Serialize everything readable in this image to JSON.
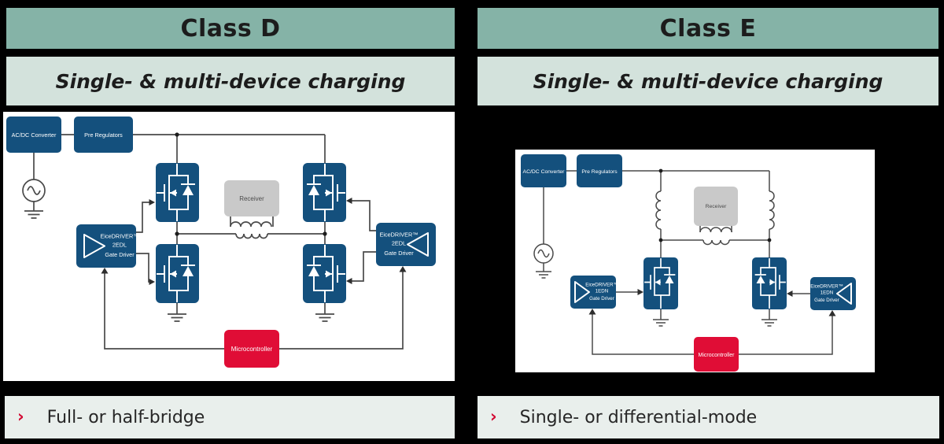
{
  "colors": {
    "header-teal": "#85b3a7",
    "subtitle-teal": "#d3e2dc",
    "bar-bg": "#e9efec",
    "panel-blue": "#14507d",
    "accent-red": "#e00d36",
    "receiver-gray": "#c9c9c9",
    "wire-gray": "#4a4a4a",
    "text-dark": "#1c1c1c",
    "bullet-red": "#d20a33"
  },
  "labels": {
    "acdc": "AC/DC Converter",
    "prereg": "Pre Regulators",
    "receiver": "Receiver",
    "micro": "Microcontroller",
    "driver_brand": "EiceDRIVER™",
    "driver_sub": "Gate Driver"
  },
  "panels": [
    {
      "title": "Class D",
      "subtitle": "Single- & multi-device charging",
      "driver_part": "2EDL",
      "bullet_marker": "›",
      "bullet": "Full- or half-bridge"
    },
    {
      "title": "Class E",
      "subtitle": "Single- & multi-device charging",
      "driver_part": "1EDN",
      "bullet_marker": "›",
      "bullet": "Single- or differential-mode"
    }
  ]
}
